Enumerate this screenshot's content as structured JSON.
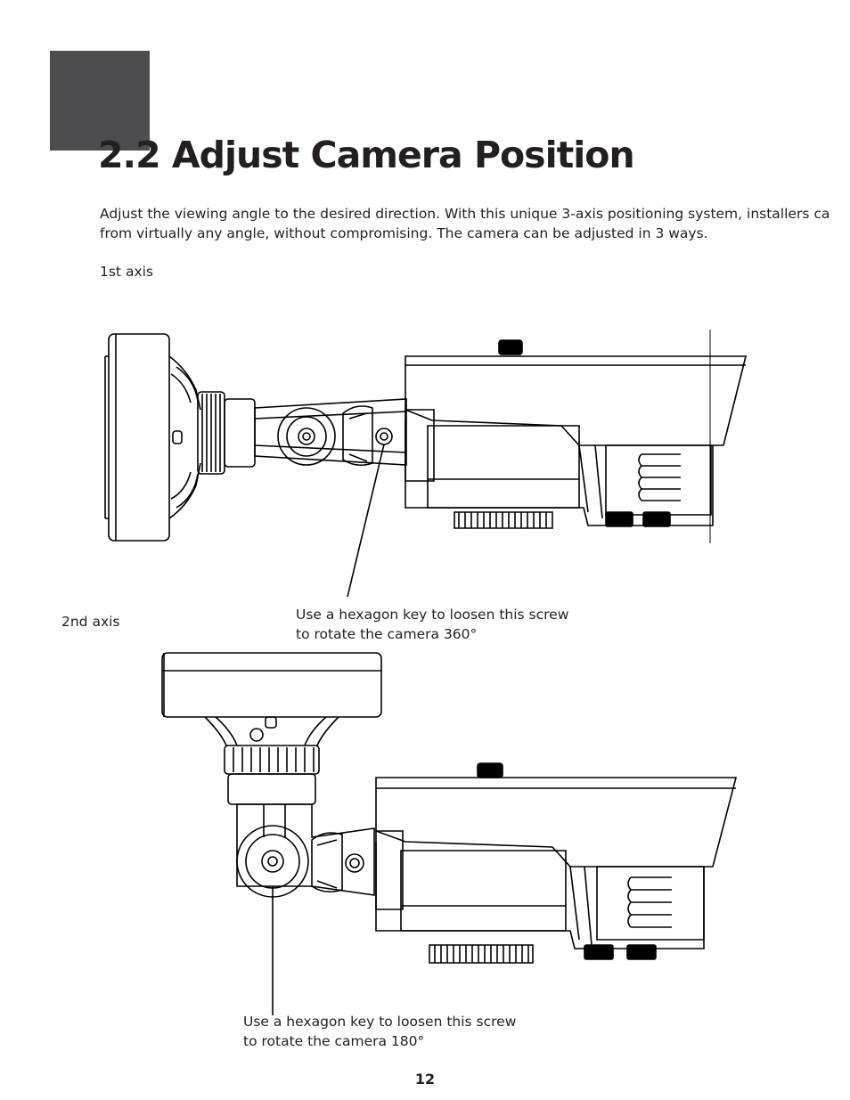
{
  "page": {
    "title": "2.2 Adjust Camera Position",
    "intro_line1": "Adjust the viewing angle to the desired direction. With this unique 3-axis positioning system, installers ca",
    "intro_line2": "from virtually any angle, without compromising.  The camera can be adjusted in 3 ways.",
    "page_number": "12"
  },
  "axis1": {
    "label": "1st axis",
    "caption_line1": "Use a hexagon key to loosen this screw",
    "caption_line2": "to rotate the camera 360°"
  },
  "axis2": {
    "label": "2nd axis",
    "caption_line1": "Use a hexagon key to loosen this screw",
    "caption_line2": "to rotate the camera 180°"
  },
  "colors": {
    "tab_block": "#4d4d4f",
    "text": "#231f20",
    "line_art": "#000000"
  }
}
